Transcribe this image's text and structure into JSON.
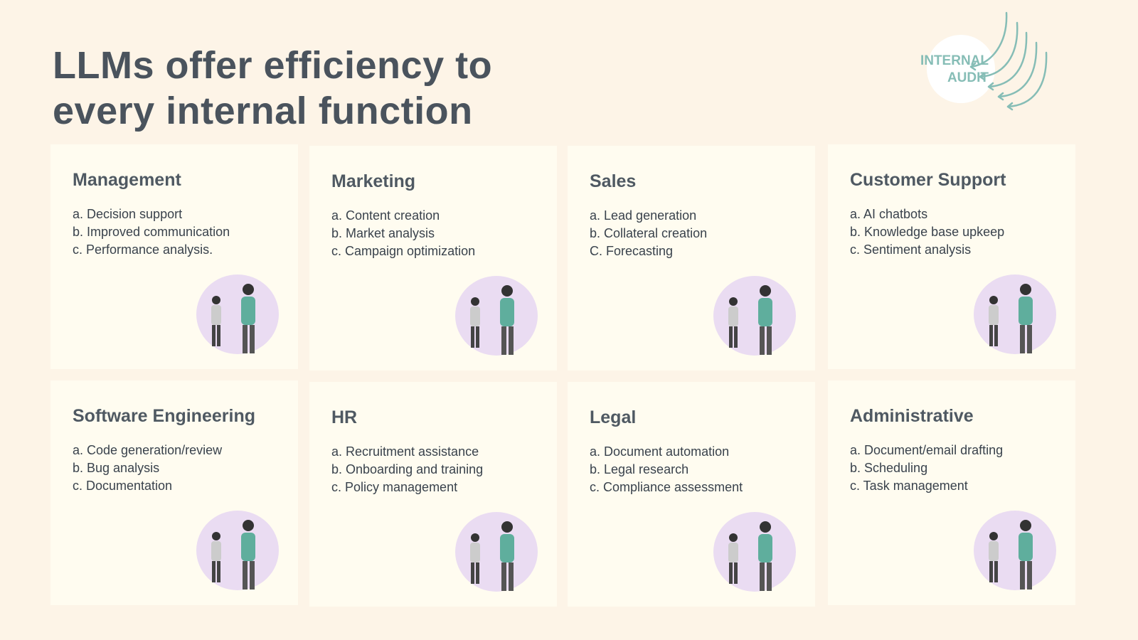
{
  "title_line1": "LLMs offer efficiency to",
  "title_line2": "every internal function",
  "badge": {
    "line1": "INTERNAL",
    "line2": "AUDIT"
  },
  "colors": {
    "teal": "#86bdb6",
    "lavender": "#eadcf2",
    "card": "#fffcf0",
    "bg": "#fdf4e7"
  },
  "cards": [
    {
      "title": "Management",
      "items": [
        "a. Decision support",
        "b. Improved communication",
        "c. Performance analysis."
      ]
    },
    {
      "title": "Marketing",
      "items": [
        "a. Content creation",
        "b. Market analysis",
        "c. Campaign optimization"
      ]
    },
    {
      "title": "Sales",
      "items": [
        "a. Lead generation",
        "b. Collateral creation",
        "C. Forecasting"
      ]
    },
    {
      "title": "Customer Support",
      "items": [
        "a. AI chatbots",
        "b. Knowledge base upkeep",
        "c. Sentiment analysis"
      ]
    },
    {
      "title": "Software Engineering",
      "items": [
        "a. Code generation/review",
        "b. Bug analysis",
        "c. Documentation"
      ]
    },
    {
      "title": "HR",
      "items": [
        "a. Recruitment assistance",
        "b. Onboarding and training",
        "c. Policy management"
      ]
    },
    {
      "title": "Legal",
      "items": [
        "a. Document automation",
        "b. Legal research",
        "c. Compliance assessment"
      ]
    },
    {
      "title": "Administrative",
      "items": [
        "a. Document/email drafting",
        "b. Scheduling",
        "c. Task management"
      ]
    }
  ]
}
